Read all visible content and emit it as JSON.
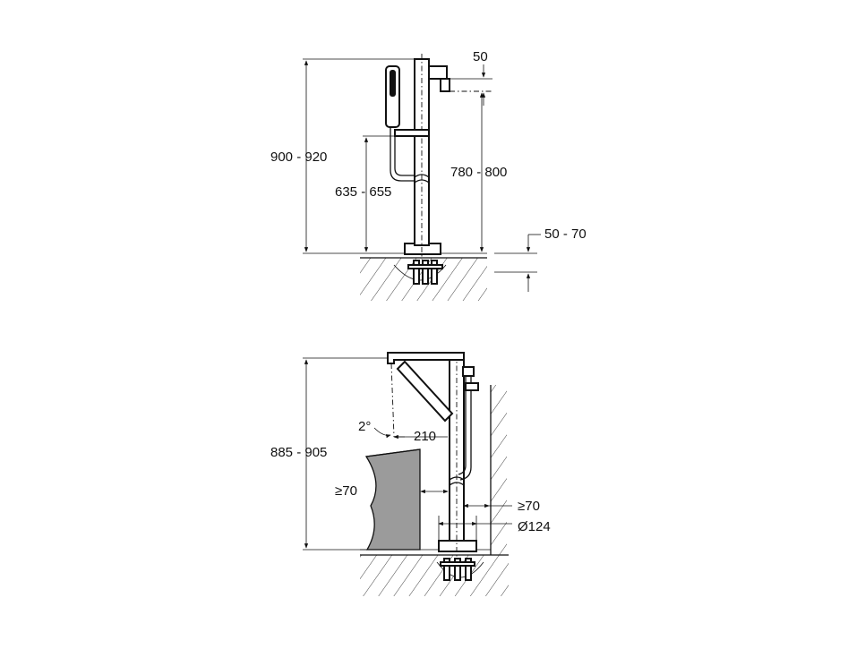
{
  "colors": {
    "line": "#111111",
    "background": "#ffffff",
    "basin_fill": "#9b9b9b"
  },
  "top_view": {
    "dims": {
      "total_height": "900 - 920",
      "handshower_holder_height": "635 - 655",
      "spout_height": "780 - 800",
      "spout_offset": "50",
      "floor_depth": "50 - 70"
    }
  },
  "bottom_view": {
    "dims": {
      "total_height": "885 - 905",
      "angle": "2°",
      "reach": "210",
      "clearance_tub": "≥70",
      "clearance_wall": "≥70",
      "base_diameter": "Ø124"
    }
  }
}
